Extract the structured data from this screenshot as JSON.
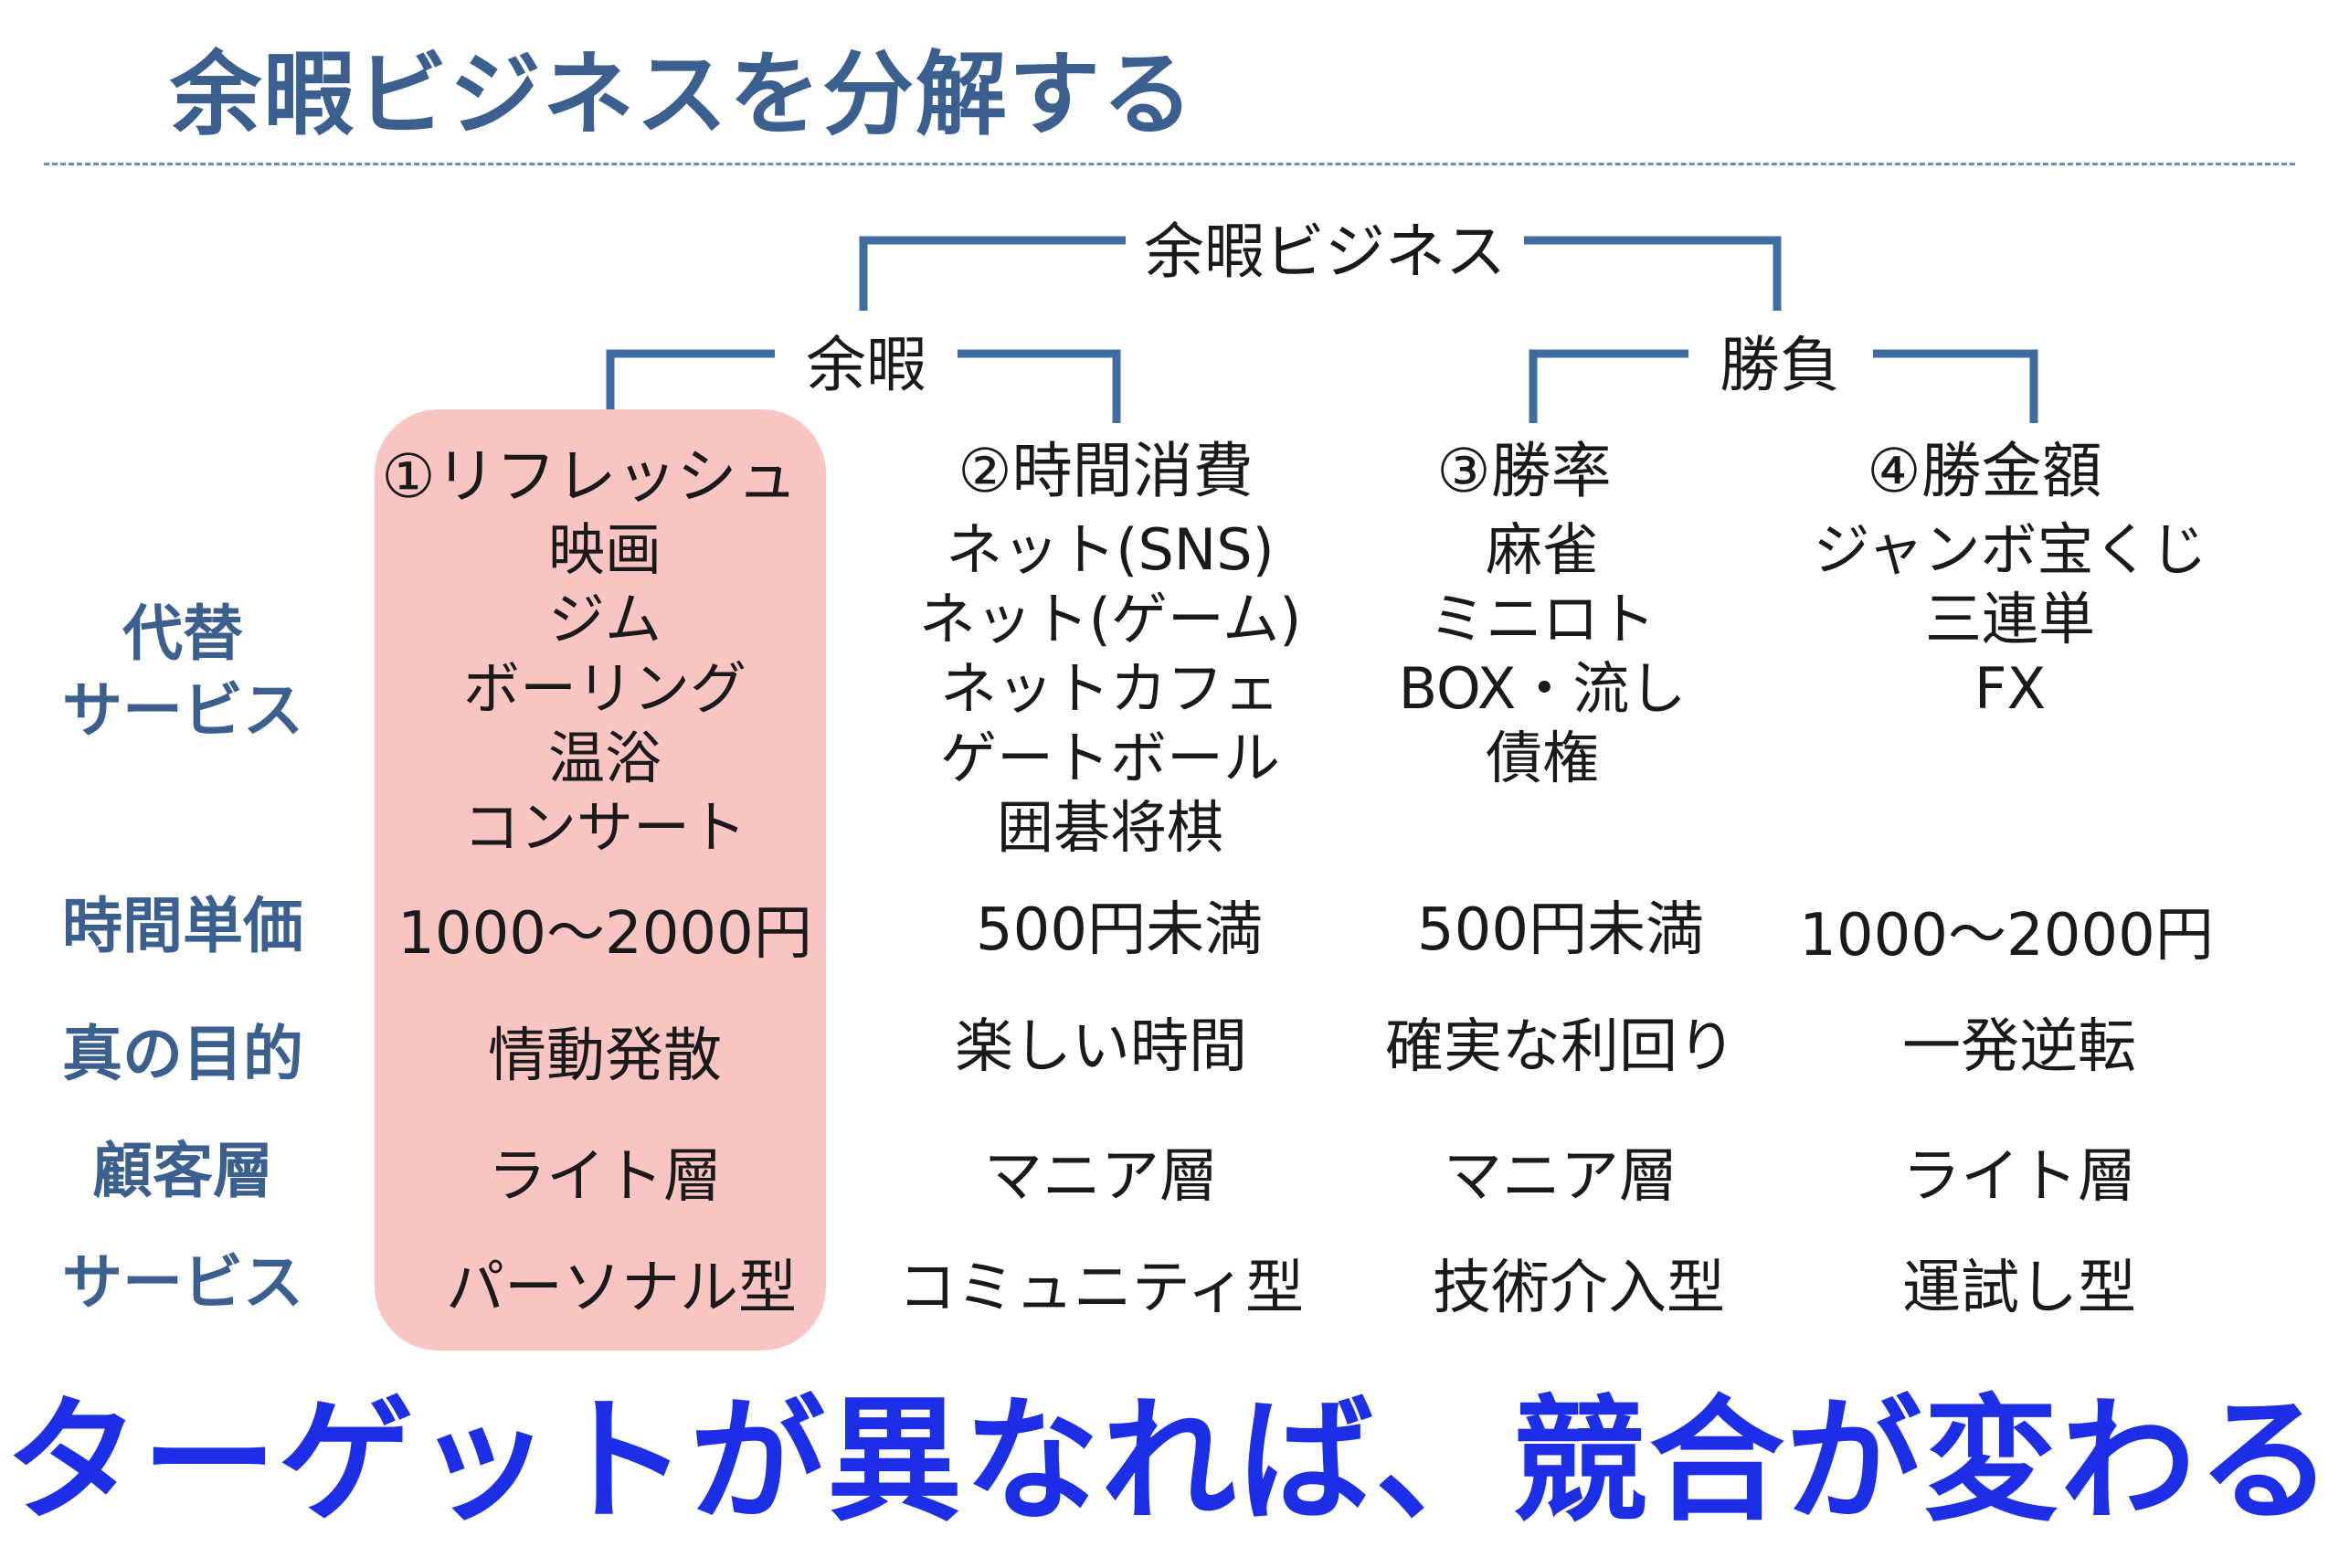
{
  "title": "余暇ビジネスを分解する",
  "tree": {
    "root": "余暇ビジネス",
    "left_branch": "余暇",
    "right_branch": "勝負"
  },
  "row_labels": {
    "alternatives": "代替\nサービス",
    "hourly_price": "時間単価",
    "true_purpose": "真の目的",
    "customer_segment": "顧客層",
    "service": "サービス"
  },
  "columns": [
    {
      "heading": "①リフレッシュ",
      "alternatives": [
        "映画",
        "ジム",
        "ボーリング",
        "温浴",
        "コンサート"
      ],
      "hourly_price": "1000～2000円",
      "true_purpose": "情動発散",
      "customer_segment": "ライト層",
      "service": "パーソナル型"
    },
    {
      "heading": "②時間消費",
      "alternatives": [
        "ネット(SNS)",
        "ネット(ゲーム)",
        "ネットカフェ",
        "ゲートボール",
        "囲碁将棋"
      ],
      "hourly_price": "500円未満",
      "true_purpose": "楽しい時間",
      "customer_segment": "マニア層",
      "service": "コミュニティ型"
    },
    {
      "heading": "③勝率",
      "alternatives": [
        "麻雀",
        "ミニロト",
        "BOX・流し",
        "債権"
      ],
      "hourly_price": "500円未満",
      "true_purpose": "確実な利回り",
      "customer_segment": "マニア層",
      "service": "技術介入型"
    },
    {
      "heading": "④勝金額",
      "alternatives": [
        "ジャンボ宝くじ",
        "三連単",
        "FX"
      ],
      "hourly_price": "1000～2000円",
      "true_purpose": "一発逆転",
      "customer_segment": "ライト層",
      "service": "運試し型"
    }
  ],
  "tagline": "ターゲットが異なれば、競合が変わる",
  "colors": {
    "title": "#3b5f8f",
    "row_label": "#3b5f8f",
    "connector": "#3f6da2",
    "highlight": "#f9c5c3",
    "tagline": "#1c2fe6"
  }
}
